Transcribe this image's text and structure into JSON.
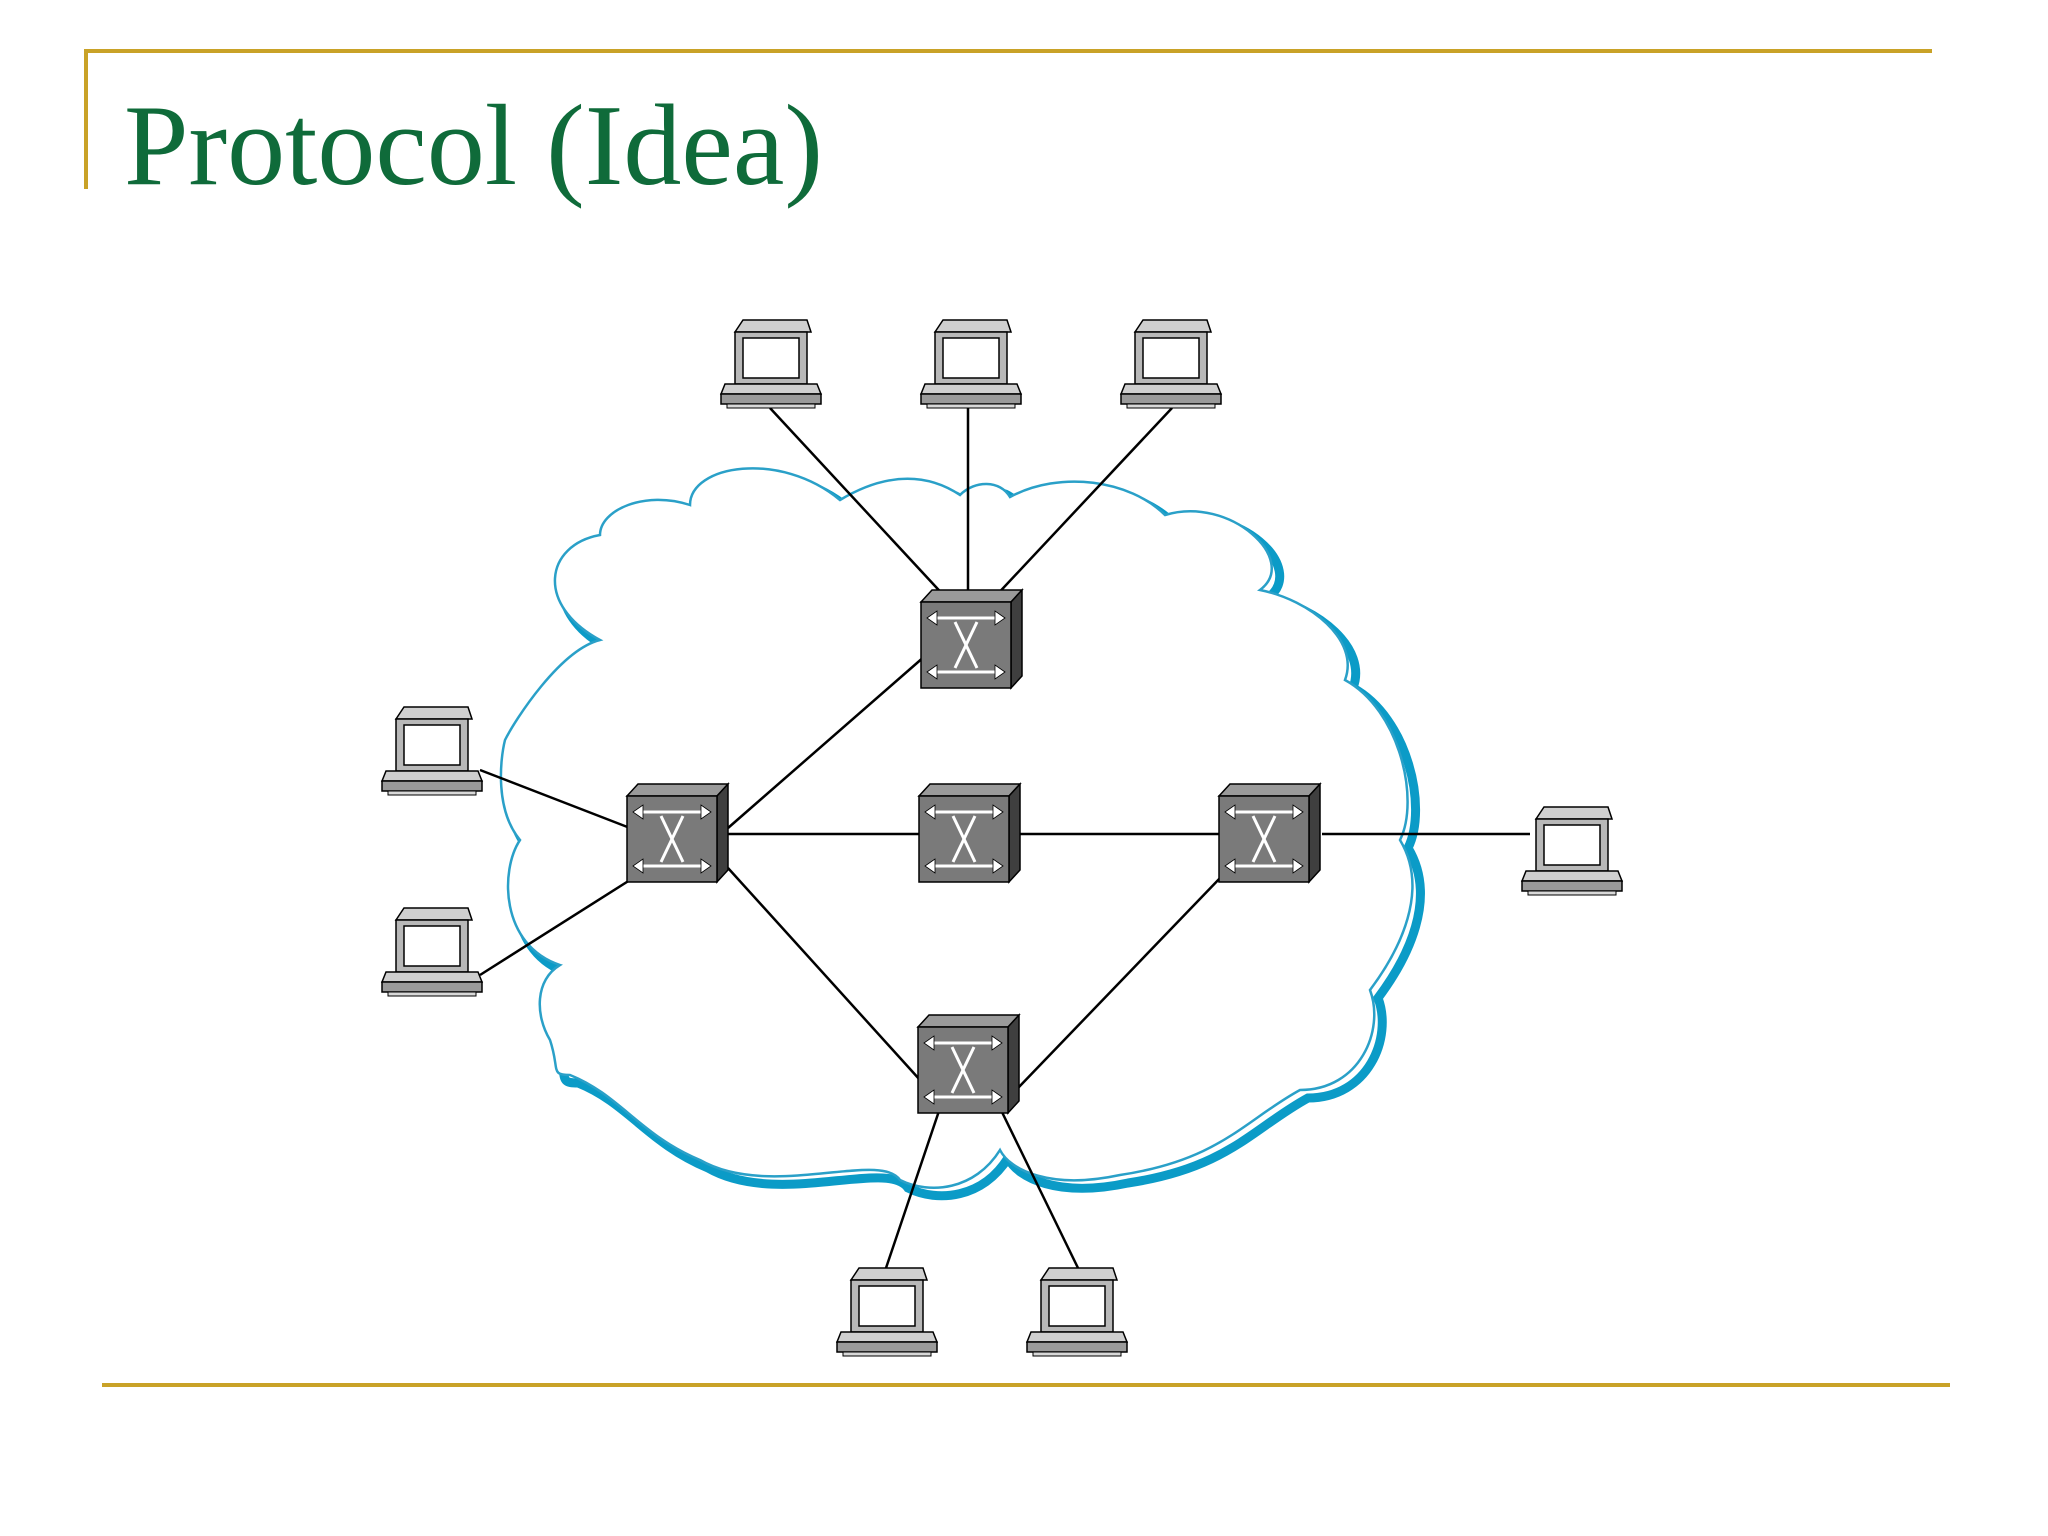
{
  "slide": {
    "title": "Protocol (Idea)"
  },
  "colors": {
    "title": "#0f6b3a",
    "rule": "#c9a227",
    "cloud_edge": "#2aa0c8",
    "cloud_shadow": "#0b9bc7",
    "device_body": "#7a7a7a",
    "computer_body": "#b8b8b8",
    "link": "#000000"
  },
  "diagram": {
    "icons": {
      "switch": "packet-switch-icon",
      "computer": "desktop-computer-icon",
      "cloud": "network-cloud"
    },
    "switches": [
      "switch-top",
      "switch-left",
      "switch-center",
      "switch-right",
      "switch-bottom"
    ],
    "computers": [
      "pc-top-1",
      "pc-top-2",
      "pc-top-3",
      "pc-left-1",
      "pc-left-2",
      "pc-right-1",
      "pc-bottom-1",
      "pc-bottom-2"
    ],
    "links": [
      [
        "pc-top-1",
        "switch-top"
      ],
      [
        "pc-top-2",
        "switch-top"
      ],
      [
        "pc-top-3",
        "switch-top"
      ],
      [
        "switch-top",
        "switch-left"
      ],
      [
        "pc-left-1",
        "switch-left"
      ],
      [
        "pc-left-2",
        "switch-left"
      ],
      [
        "switch-left",
        "switch-center"
      ],
      [
        "switch-center",
        "switch-right"
      ],
      [
        "switch-right",
        "pc-right-1"
      ],
      [
        "switch-left",
        "switch-bottom"
      ],
      [
        "switch-right",
        "switch-bottom"
      ],
      [
        "switch-bottom",
        "pc-bottom-1"
      ],
      [
        "switch-bottom",
        "pc-bottom-2"
      ]
    ]
  }
}
